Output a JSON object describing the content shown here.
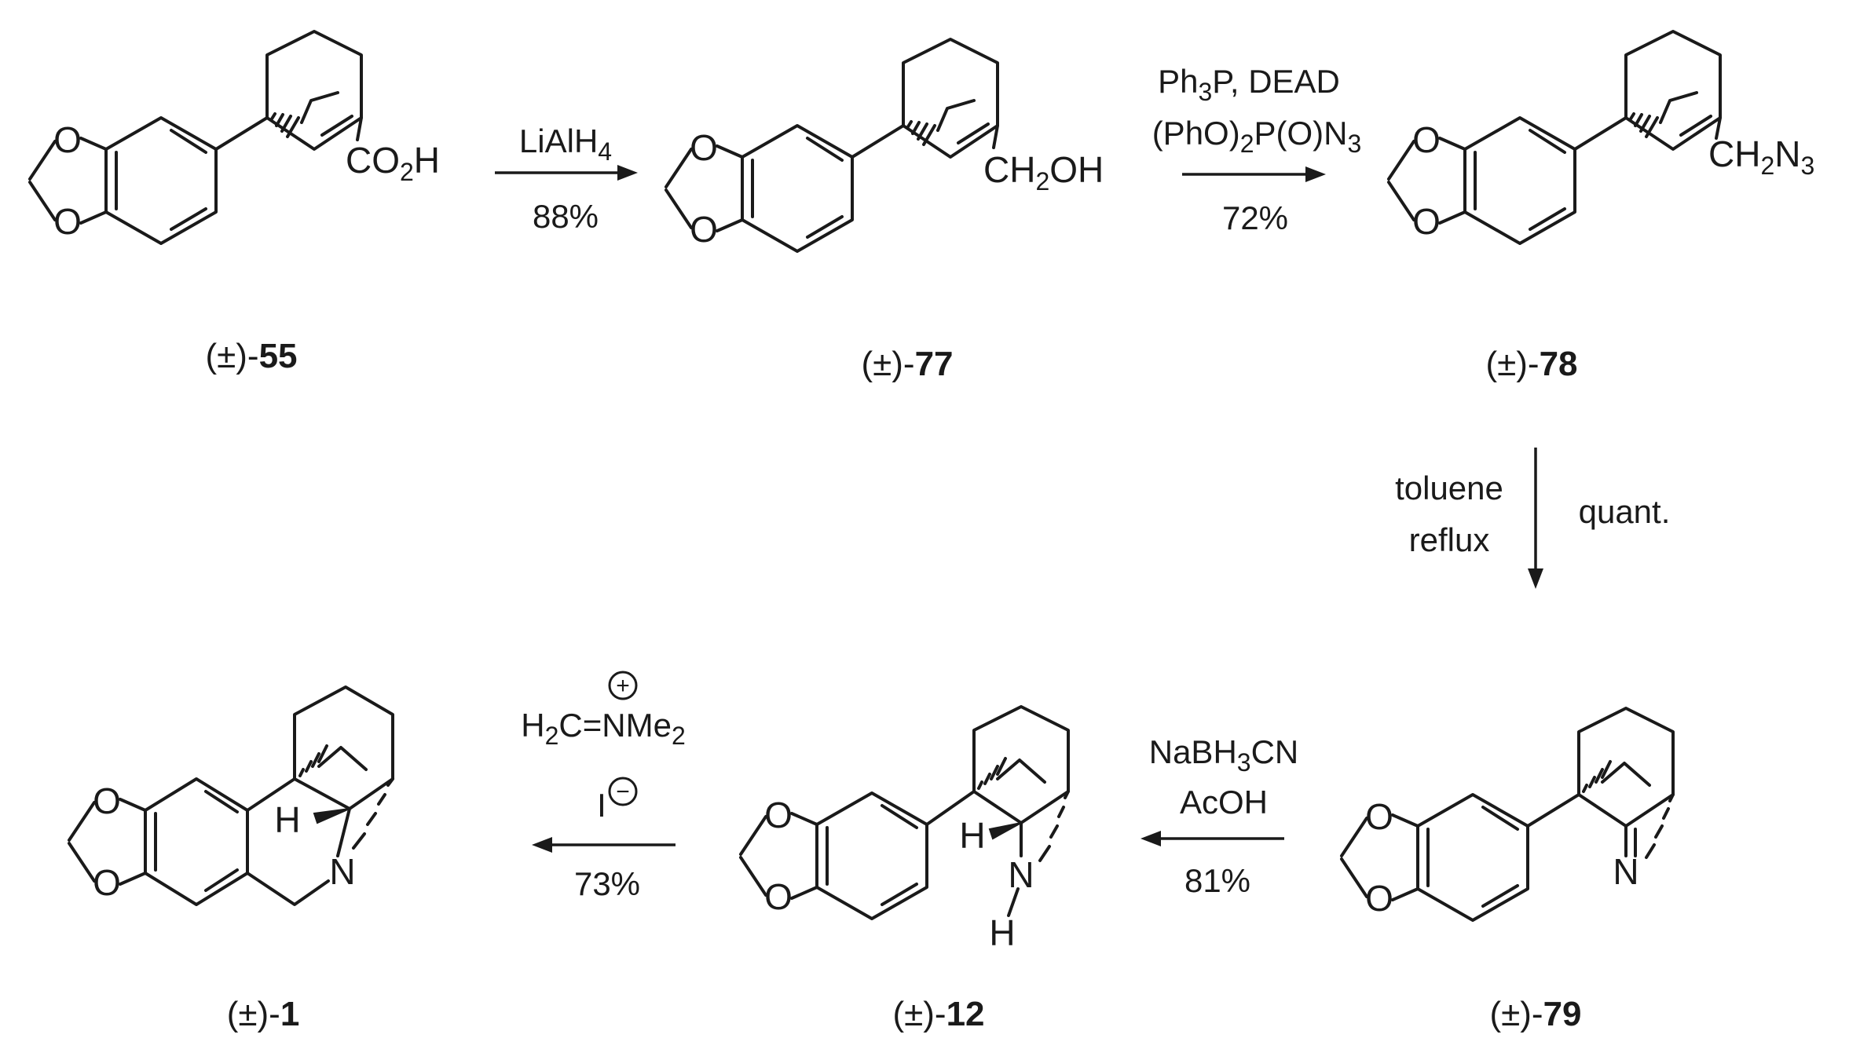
{
  "compounds": {
    "c55": {
      "prefix": "(±)-",
      "num": "55"
    },
    "c77": {
      "prefix": "(±)-",
      "num": "77"
    },
    "c78": {
      "prefix": "(±)-",
      "num": "78"
    },
    "c79": {
      "prefix": "(±)-",
      "num": "79"
    },
    "c12": {
      "prefix": "(±)-",
      "num": "12"
    },
    "c1": {
      "prefix": "(±)-",
      "num": "1"
    }
  },
  "atoms": {
    "O": "O",
    "N": "N",
    "H": "H",
    "co2h_a": "CO",
    "co2h_sub": "2",
    "co2h_b": "H",
    "ch2oh_a": "CH",
    "ch2oh_sub": "2",
    "ch2oh_b": "OH",
    "ch2n3_a": "CH",
    "ch2n3_sub": "2",
    "ch2n3_b": "N",
    "ch2n3_sub2": "3"
  },
  "steps": {
    "s1": {
      "line1_a": "LiAlH",
      "line1_sub": "4",
      "yield": "88%"
    },
    "s2": {
      "line1_a": "Ph",
      "line1_sub": "3",
      "line1_b": "P, DEAD",
      "line2_a": "(PhO)",
      "line2_sub": "2",
      "line2_b": "P(O)N",
      "line2_sub2": "3",
      "yield": "72%"
    },
    "s3": {
      "left1": "toluene",
      "left2": "reflux",
      "right": "quant."
    },
    "s4": {
      "line1_a": "NaBH",
      "line1_sub": "3",
      "line1_b": "CN",
      "line2": "AcOH",
      "yield": "81%"
    },
    "s5": {
      "line1_a": "H",
      "line1_sub": "2",
      "line1_b": "C=NMe",
      "line1_sub2": "2",
      "plus": "+",
      "iodide": "I",
      "minus": "−",
      "yield": "73%"
    }
  }
}
